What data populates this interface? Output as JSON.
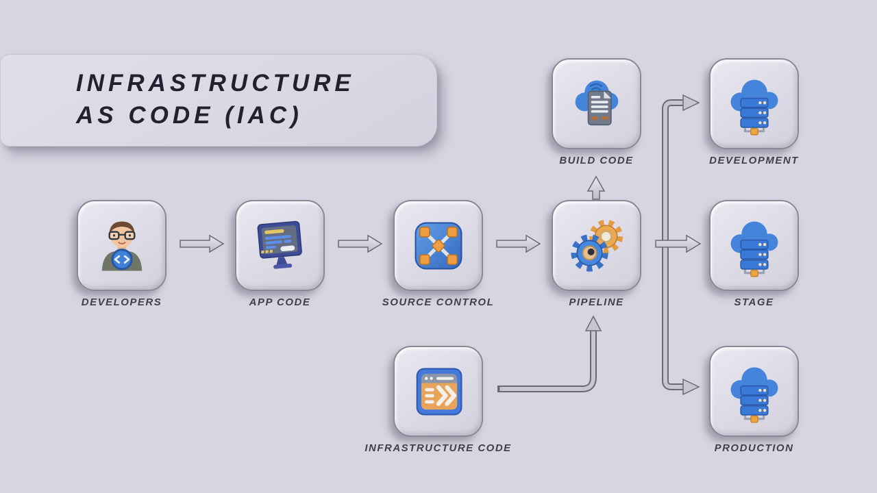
{
  "title": {
    "line1": "INFRASTRUCTURE",
    "line2": "AS CODE (IAC)"
  },
  "nodes": [
    {
      "id": "developers",
      "label": "DEVELOPERS",
      "icon": "developer-avatar-icon"
    },
    {
      "id": "app-code",
      "label": "APP CODE",
      "icon": "code-monitor-icon"
    },
    {
      "id": "source-control",
      "label": "SOURCE CONTROL",
      "icon": "network-nodes-icon"
    },
    {
      "id": "pipeline",
      "label": "PIPELINE",
      "icon": "gears-icon"
    },
    {
      "id": "build-code",
      "label": "BUILD CODE",
      "icon": "cloud-document-icon"
    },
    {
      "id": "development",
      "label": "DEVELOPMENT",
      "icon": "cloud-server-icon"
    },
    {
      "id": "stage",
      "label": "STAGE",
      "icon": "cloud-server-icon"
    },
    {
      "id": "production",
      "label": "PRODUCTION",
      "icon": "cloud-server-icon"
    },
    {
      "id": "infrastructure-code",
      "label": "INFRASTRUCTURE CODE",
      "icon": "terminal-window-icon"
    }
  ],
  "connections": [
    {
      "from": "developers",
      "to": "app-code"
    },
    {
      "from": "app-code",
      "to": "source-control"
    },
    {
      "from": "source-control",
      "to": "pipeline"
    },
    {
      "from": "pipeline",
      "to": "build-code"
    },
    {
      "from": "infrastructure-code",
      "to": "pipeline"
    },
    {
      "from": "pipeline",
      "to": "development"
    },
    {
      "from": "pipeline",
      "to": "stage"
    },
    {
      "from": "pipeline",
      "to": "production"
    }
  ],
  "colors": {
    "background": "#d7d5e1",
    "card_fill": "#dedce7",
    "card_border": "#8a8894",
    "arrow_fill": "#c8c6d2",
    "arrow_outline": "#6b6975",
    "title_text": "#22212f",
    "label_text": "#414049",
    "accent_blue": "#4484da",
    "accent_orange": "#ef9c42"
  }
}
